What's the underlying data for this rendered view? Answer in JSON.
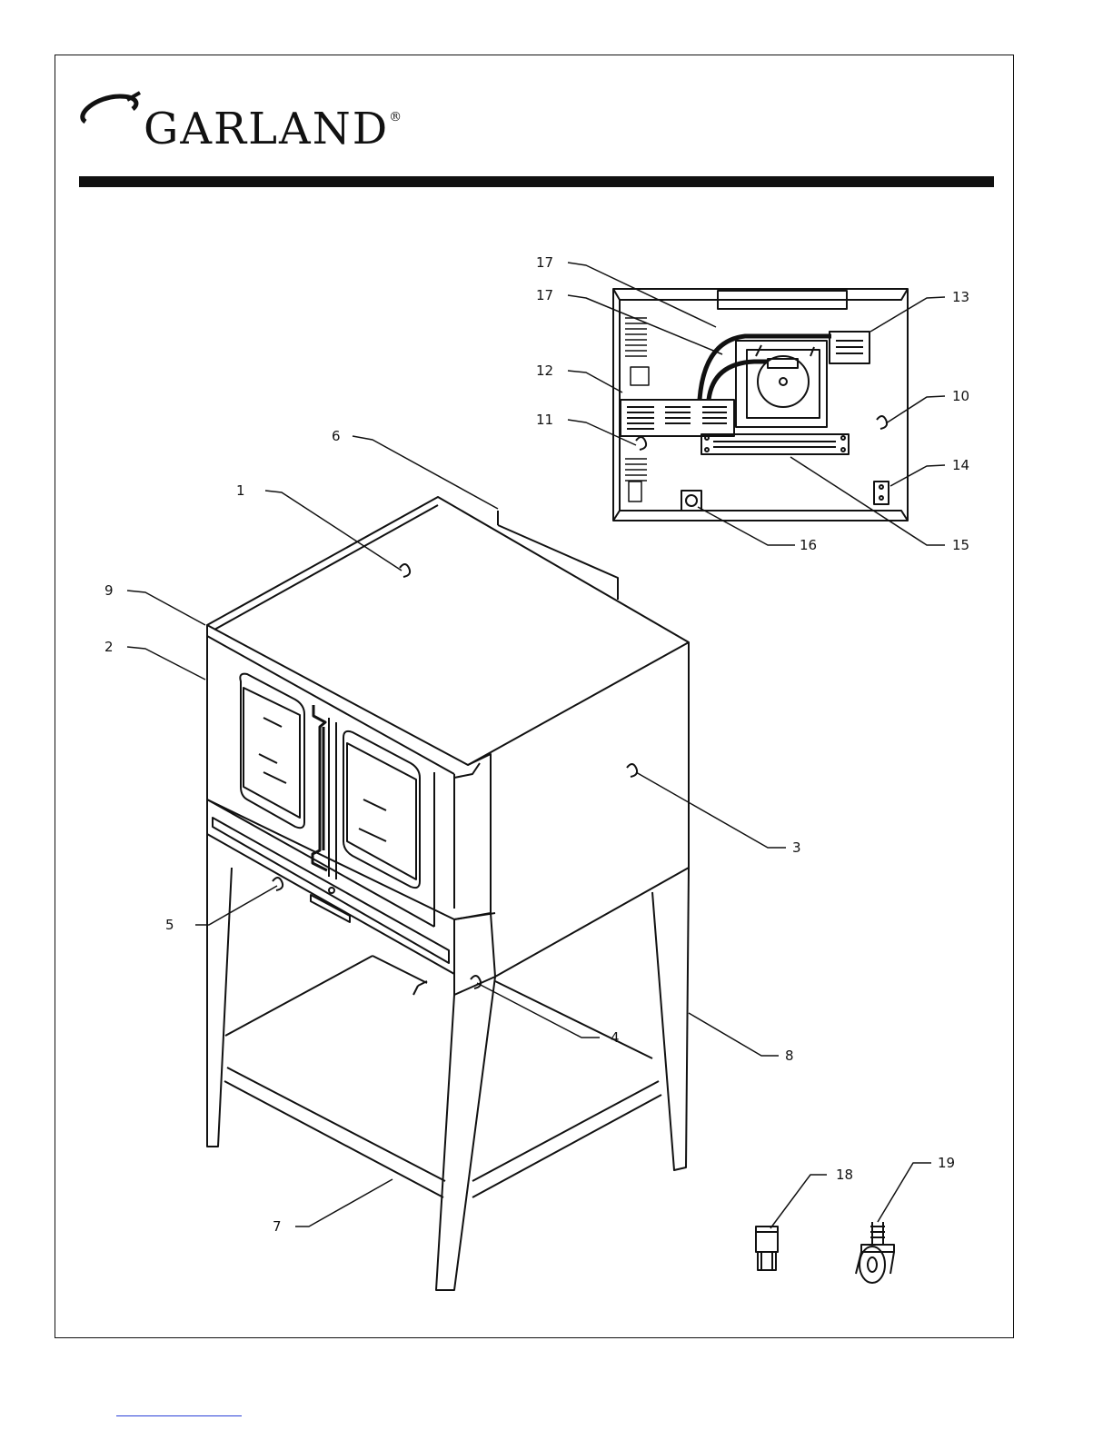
{
  "header": {
    "brand": "GARLAND",
    "reg_mark": "®"
  },
  "callouts": {
    "c1": "1",
    "c2": "2",
    "c3": "3",
    "c4": "4",
    "c5": "5",
    "c6": "6",
    "c7": "7",
    "c8": "8",
    "c9": "9",
    "c10": "10",
    "c11": "11",
    "c12": "12",
    "c13": "13",
    "c14": "14",
    "c15": "15",
    "c16": "16",
    "c17a": "17",
    "c17b": "17",
    "c18": "18",
    "c19": "19"
  },
  "colors": {
    "ink": "#111111",
    "footer_link": "#2a40d8"
  }
}
